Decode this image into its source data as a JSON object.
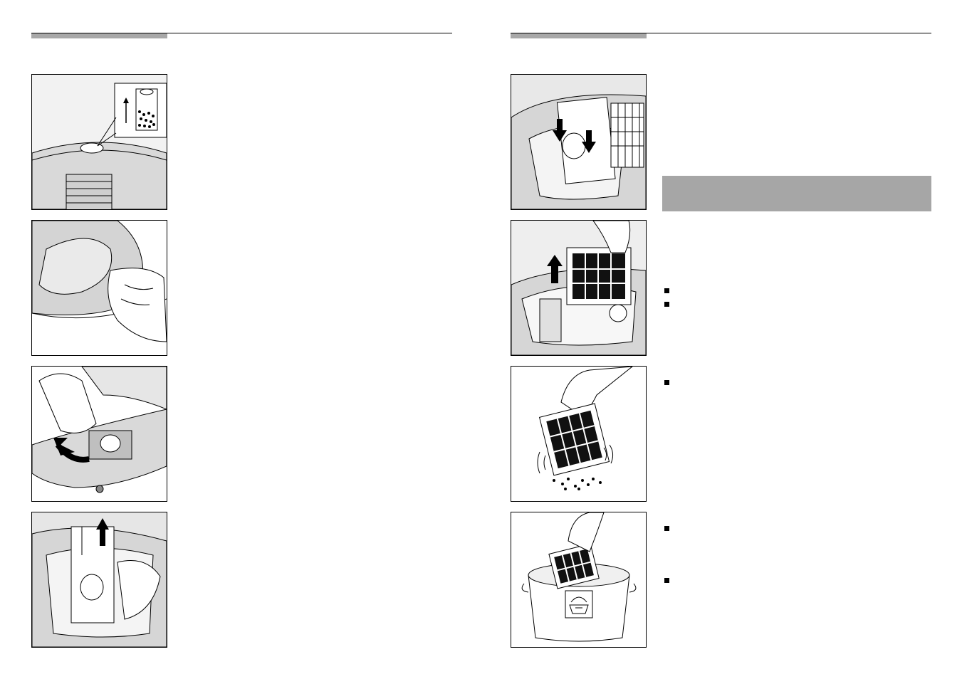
{
  "page": {
    "left_page": {
      "illustrations": [
        {
          "name": "bag-full-indicator-figure"
        },
        {
          "name": "open-lid-figure"
        },
        {
          "name": "remove-bag-holder-figure"
        },
        {
          "name": "pull-out-dust-bag-figure"
        }
      ]
    },
    "right_page": {
      "illustrations": [
        {
          "name": "insert-new-bag-figure"
        },
        {
          "name": "remove-filter-figure"
        },
        {
          "name": "shake-filter-figure"
        },
        {
          "name": "wash-filter-figure"
        }
      ],
      "section_band_color": "#a6a6a6",
      "bullet_count": 5
    },
    "colors": {
      "header_tab": "#a8a8a8",
      "rule": "#000000",
      "device_gray": "#d9d9d9"
    }
  }
}
